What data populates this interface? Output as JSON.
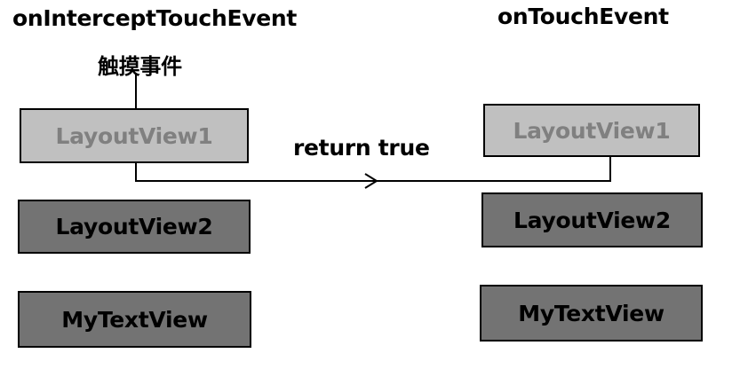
{
  "left_column": {
    "heading": "onInterceptTouchEvent",
    "annotation": "触摸事件",
    "boxes": [
      "LayoutView1",
      "LayoutView2",
      "MyTextView"
    ]
  },
  "right_column": {
    "heading": "onTouchEvent",
    "boxes": [
      "LayoutView1",
      "LayoutView2",
      "MyTextView"
    ]
  },
  "arrow_label": "return true",
  "colors": {
    "light_box": "#c0c0c0",
    "light_text": "#808080",
    "dark_box": "#737373",
    "line": "#000000"
  }
}
